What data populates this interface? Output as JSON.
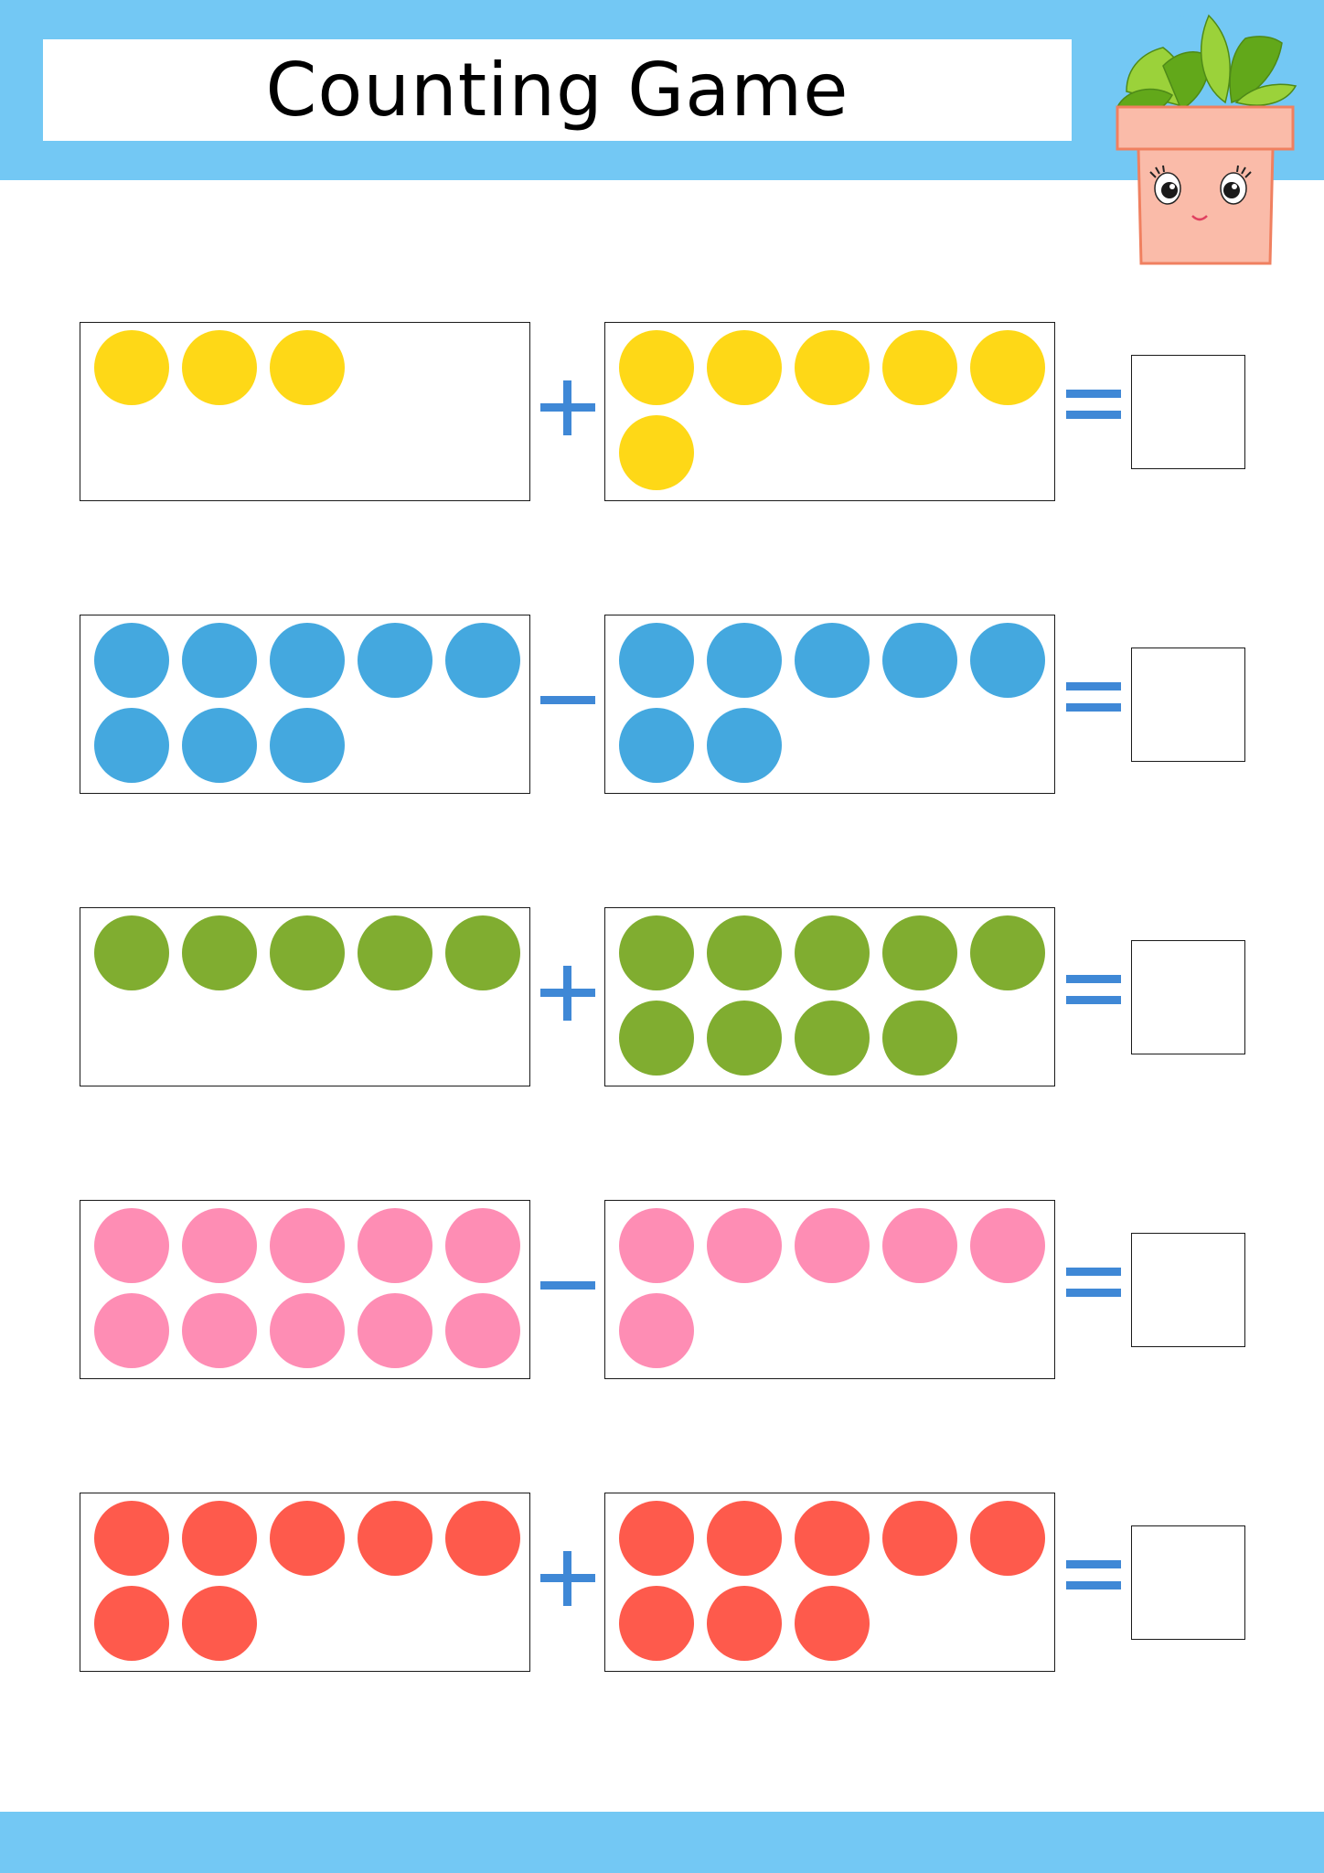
{
  "title": "Counting Game",
  "colors": {
    "band": "#73c8f4",
    "operator": "#3f88d6",
    "yellow": "#fed817",
    "blue": "#44a8df",
    "green": "#80ad30",
    "pink": "#fe8db4",
    "red": "#fe5a4c",
    "pot": "#fabba9",
    "leaves": "#62a81a"
  },
  "mascot": {
    "icon": "potted-plant-mascot-icon"
  },
  "problems": [
    {
      "color": "yellow",
      "left_count": 3,
      "operator": "+",
      "right_count": 6,
      "answer": ""
    },
    {
      "color": "blue",
      "left_count": 8,
      "operator": "-",
      "right_count": 7,
      "answer": ""
    },
    {
      "color": "green",
      "left_count": 5,
      "operator": "+",
      "right_count": 9,
      "answer": ""
    },
    {
      "color": "pink",
      "left_count": 10,
      "operator": "-",
      "right_count": 6,
      "answer": ""
    },
    {
      "color": "red",
      "left_count": 7,
      "operator": "+",
      "right_count": 8,
      "answer": ""
    }
  ]
}
